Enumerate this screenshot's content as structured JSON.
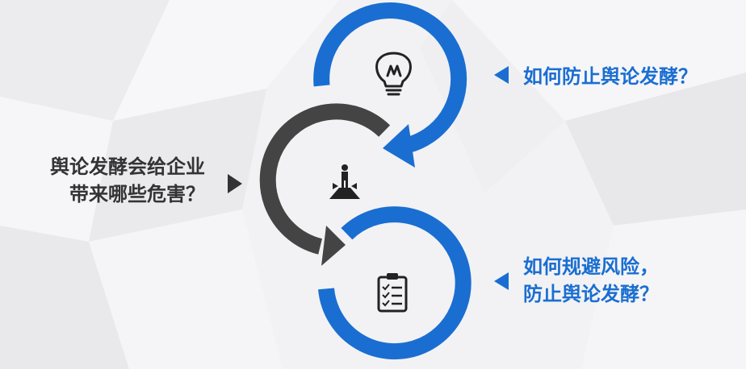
{
  "left_label": {
    "lines": [
      "舆论发酵会给企业",
      "带来哪些危害？"
    ]
  },
  "top_label": {
    "lines": [
      "如何防止舆论发酵？"
    ]
  },
  "bottom_label": {
    "lines": [
      "如何规避风险，",
      "防止舆论发酵？"
    ]
  },
  "icons": {
    "top": "lightbulb-icon",
    "middle": "crossroads-person-icon",
    "bottom": "clipboard-checklist-icon"
  },
  "colors": {
    "blue": "#1a6ed1",
    "dark": "#444444",
    "text_dark": "#333333",
    "background": "#f2f2f4"
  }
}
